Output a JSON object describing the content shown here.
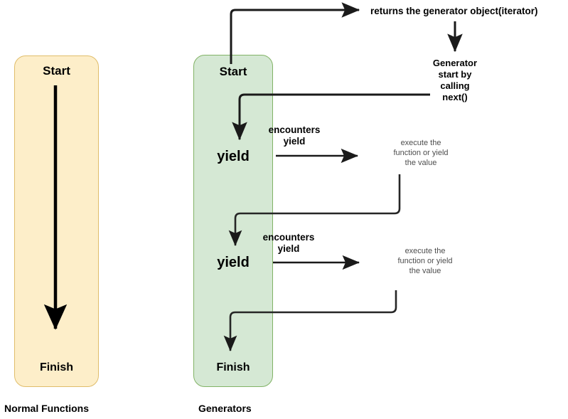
{
  "diagram": {
    "title_alt": "Normal Functions vs Generators execution flow",
    "colors": {
      "normal_fill": "#fdeec9",
      "normal_stroke": "#e0bd6a",
      "generator_fill": "#d5e8d4",
      "generator_stroke": "#82b366",
      "arrow": "#000000",
      "thin_arrow": "#262626",
      "gray_text": "#4d4d4d"
    },
    "normal_function": {
      "start_label": "Start",
      "finish_label": "Finish",
      "caption": "Normal Functions"
    },
    "generator": {
      "start_label": "Start",
      "finish_label": "Finish",
      "caption": "Generators",
      "yield_first_label": "yield",
      "yield_second_label": "yield"
    },
    "annotations": {
      "returns_generator": "returns the generator object(iterator)",
      "generator_start": "Generator\nstart by\ncalling\nnext()",
      "generator_start_lines": [
        "Generator",
        "start by",
        "calling",
        "next()"
      ],
      "encounters_yield_1_line1": "encounters",
      "encounters_yield_1_line2": "yield",
      "encounters_yield_2_line1": "encounters",
      "encounters_yield_2_line2": "yield",
      "execute_1_line1": "execute the",
      "execute_1_line2": "function or yield",
      "execute_1_line3": "the value",
      "execute_2_line1": "execute the",
      "execute_2_line2": "function or yield",
      "execute_2_line3": "the value"
    }
  }
}
